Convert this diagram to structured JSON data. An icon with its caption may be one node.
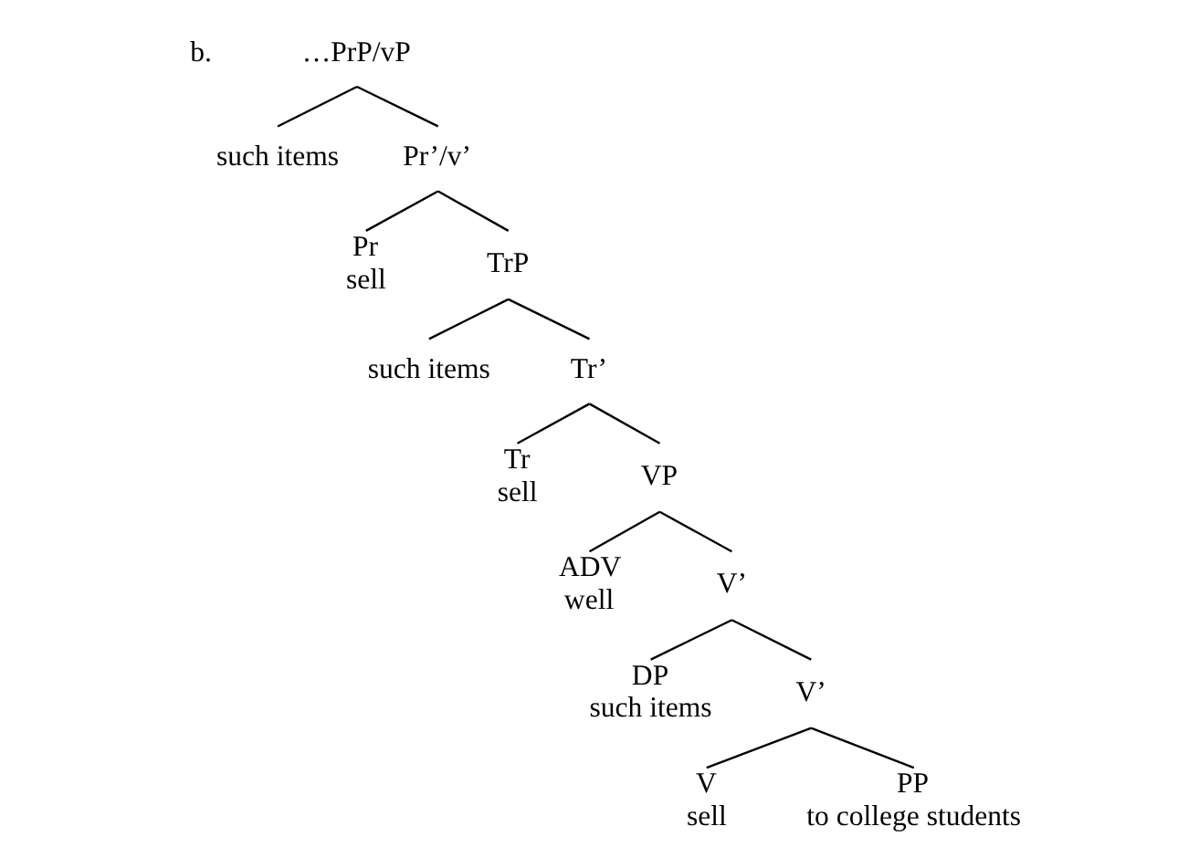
{
  "diagram": {
    "nodes": [
      {
        "text": [
          "…PrP/vP"
        ]
      },
      {
        "text": [
          "such items"
        ]
      },
      {
        "text": [
          "Pr’/v’"
        ]
      },
      {
        "text": [
          "Pr",
          "sell"
        ]
      },
      {
        "text": [
          "TrP"
        ]
      },
      {
        "text": [
          "such items"
        ]
      },
      {
        "text": [
          "Tr’"
        ]
      },
      {
        "text": [
          "Tr",
          "sell"
        ]
      },
      {
        "text": [
          "VP"
        ]
      },
      {
        "text": [
          "ADV",
          "well"
        ]
      },
      {
        "text": [
          "V’"
        ]
      },
      {
        "text": [
          "DP",
          "such items"
        ]
      },
      {
        "text": [
          "V’"
        ]
      },
      {
        "text": [
          "V",
          "sell"
        ]
      },
      {
        "text": [
          "PP",
          "to college students"
        ]
      }
    ],
    "edges": [
      {
        "from": 0,
        "to": 1,
        "arrow": "none"
      },
      {
        "from": 0,
        "to": 2,
        "arrow": "none"
      },
      {
        "from": 2,
        "to": 3,
        "arrow": "none"
      },
      {
        "from": 2,
        "to": 4,
        "arrow": "none"
      },
      {
        "from": 4,
        "to": 5,
        "arrow": "none"
      },
      {
        "from": 4,
        "to": 6,
        "arrow": "none"
      },
      {
        "from": 6,
        "to": 7,
        "arrow": "none"
      },
      {
        "from": 6,
        "to": 8,
        "arrow": "none"
      },
      {
        "from": 8,
        "to": 9,
        "arrow": "none"
      },
      {
        "from": 8,
        "to": 10,
        "arrow": "none"
      },
      {
        "from": 10,
        "to": 11,
        "arrow": "none"
      },
      {
        "from": 10,
        "to": 12,
        "arrow": "none"
      },
      {
        "from": 12,
        "to": 13,
        "arrow": "none"
      },
      {
        "from": 12,
        "to": 14,
        "arrow": "none"
      }
    ],
    "labels": [
      "b."
    ]
  }
}
